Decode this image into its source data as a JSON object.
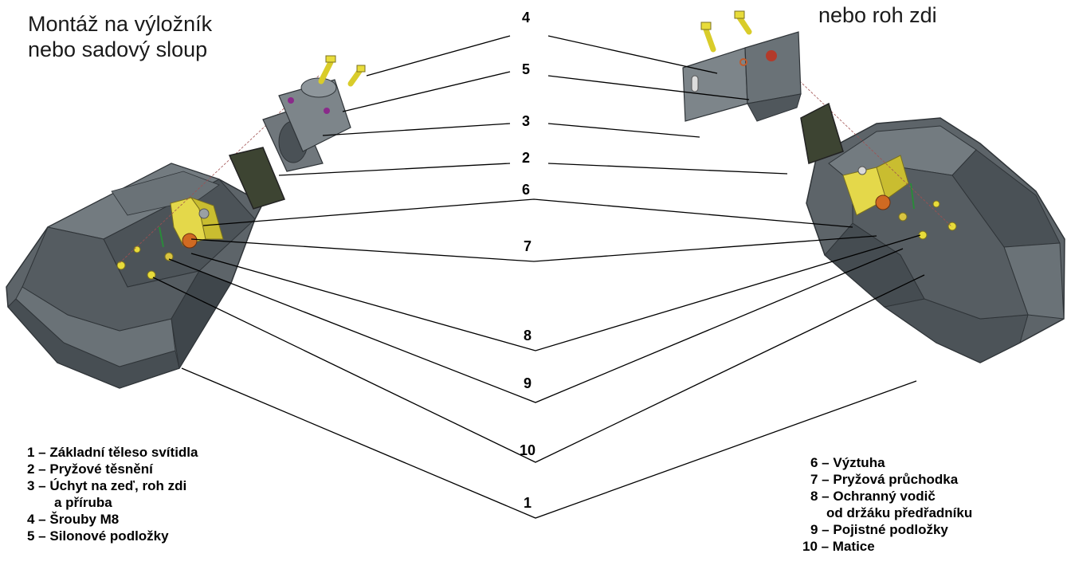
{
  "titles": {
    "left_line1": "Montáž na výložník",
    "left_line2": "nebo sadový sloup",
    "right_line1": "nebo roh zdi"
  },
  "callouts": [
    "4",
    "5",
    "3",
    "2",
    "6",
    "7",
    "8",
    "9",
    "10",
    "1"
  ],
  "legend_left": [
    "1 – Základní těleso svítidla",
    "2 – Pryžové těsnění",
    "3 – Úchyt na zeď, roh zdi",
    "a příruba",
    "4 – Šrouby M8",
    "5 – Silonové podložky"
  ],
  "legend_right": [
    "6 – Výztuha",
    "7 – Pryžová průchodka",
    "8 – Ochranný vodič",
    "od držáku předřadníku",
    "9 – Pojistné podložky",
    "10 – Matice"
  ],
  "colors": {
    "housing": "#5a6166",
    "housing_dark": "#3f464b",
    "housing_light": "#7d858a",
    "gasket": "#3a4030",
    "bracket": "#e4d84a",
    "flange": "#6d7479",
    "screw": "#e8dc3a"
  }
}
